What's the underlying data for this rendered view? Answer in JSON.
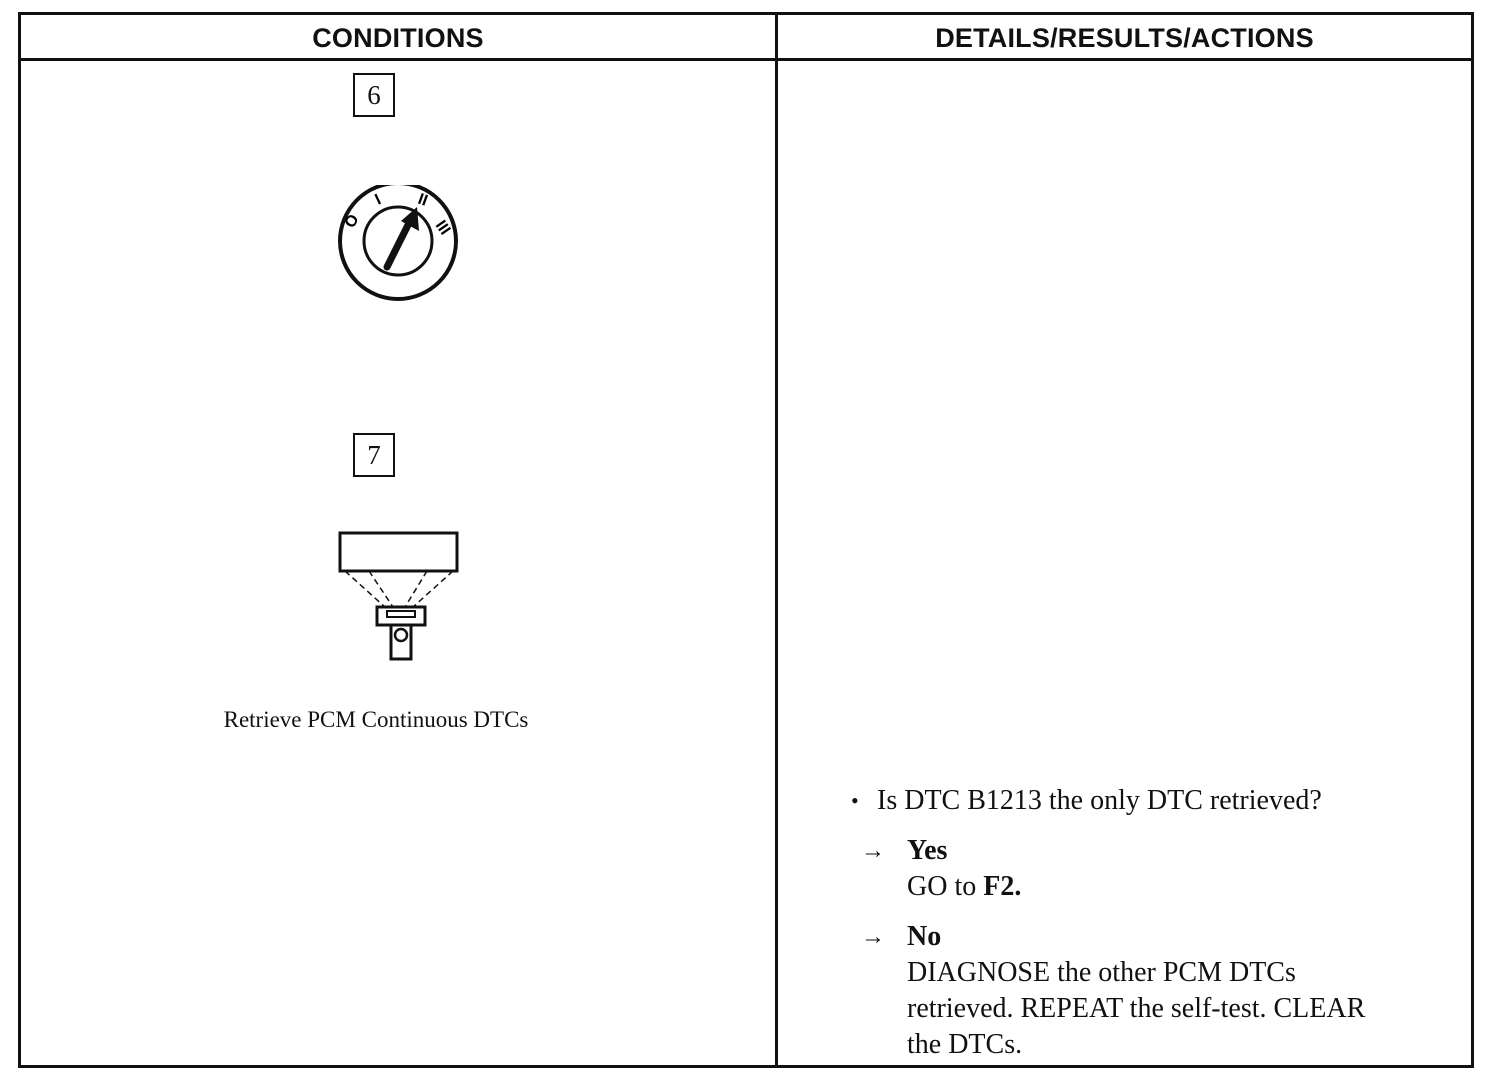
{
  "header": {
    "conditions": "CONDITIONS",
    "details": "DETAILS/RESULTS/ACTIONS"
  },
  "steps": [
    {
      "number": "6",
      "icon": "ignition-switch-icon"
    },
    {
      "number": "7",
      "icon": "scan-tool-icon"
    }
  ],
  "ignition": {
    "labels": [
      "O",
      "I",
      "II",
      "III"
    ]
  },
  "caption": "Retrieve PCM Continuous DTCs",
  "question": "Is DTC B1213 the only DTC retrieved?",
  "answers": {
    "arrow": "→",
    "yes": {
      "title": "Yes",
      "prefix": "GO to ",
      "target": "F2."
    },
    "no": {
      "title": "No",
      "line1": "DIAGNOSE the other PCM DTCs",
      "line2": "retrieved. REPEAT the self-test. CLEAR",
      "line3": "the DTCs."
    }
  }
}
